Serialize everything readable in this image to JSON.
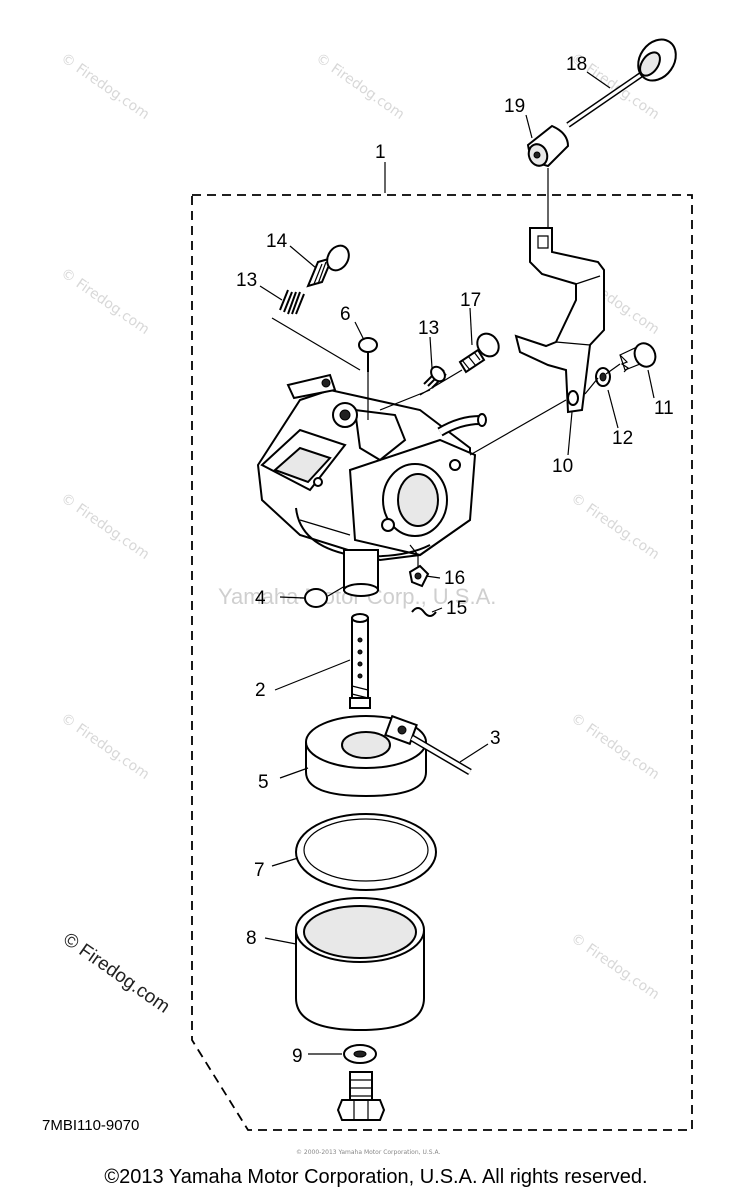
{
  "diagram": {
    "part_code": "7MBI110-9070",
    "center_watermark": "Yamaha Motor Corp., U.S.A.",
    "watermark_text": "© Firedog.com",
    "bottom_small_copyright": "© 2000-2013 Yamaha Motor Corporation, U.S.A."
  },
  "callouts": [
    "1",
    "2",
    "3",
    "4",
    "5",
    "6",
    "7",
    "8",
    "9",
    "10",
    "11",
    "12",
    "13",
    "13",
    "14",
    "15",
    "16",
    "17",
    "18",
    "19"
  ],
  "footer": {
    "copyright": "©2013 Yamaha Motor Corporation, U.S.A. All rights reserved."
  }
}
